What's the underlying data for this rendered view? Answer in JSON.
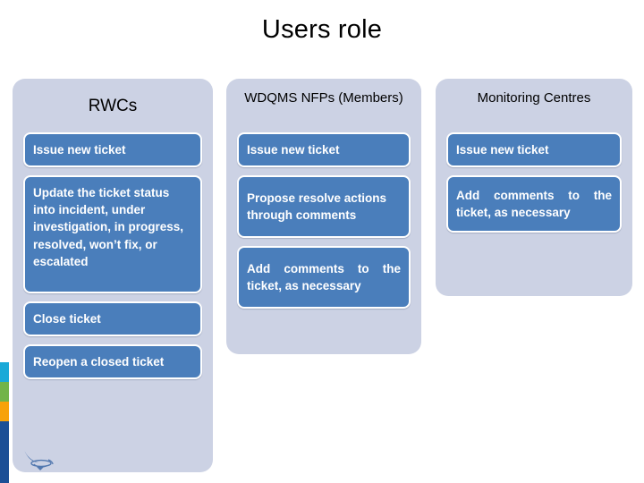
{
  "slide": {
    "title": "Users role",
    "background": "#ffffff",
    "accent_blue": "#4a7ebb",
    "panel_blue": "#ccd2e4",
    "title_color": "#000000"
  },
  "edge_bars": [
    {
      "name": "cyan-bar",
      "color": "#1aa9d8"
    },
    {
      "name": "green-bar",
      "color": "#72b449"
    },
    {
      "name": "orange-bar",
      "color": "#f7a20a"
    },
    {
      "name": "navy-bar",
      "color": "#1b4f96"
    }
  ],
  "columns": [
    {
      "id": "rwcs",
      "header": "RWCs",
      "items": [
        "Issue new ticket",
        "Update the ticket status into incident, under investigation, in progress, resolved, won’t fix, or escalated",
        "Close ticket",
        "Reopen a closed ticket"
      ]
    },
    {
      "id": "wdqms-nfps",
      "header": "WDQMS NFPs (Members)",
      "items": [
        "Issue new ticket",
        "Propose resolve actions through comments",
        "Add comments to the ticket, as necessary"
      ]
    },
    {
      "id": "monitoring-centres",
      "header": "Monitoring Centres",
      "items": [
        "Issue new ticket",
        "Add comments to the ticket, as necessary"
      ]
    }
  ],
  "emblem": {
    "name": "wmo-emblem",
    "color": "#2a5b9e"
  }
}
